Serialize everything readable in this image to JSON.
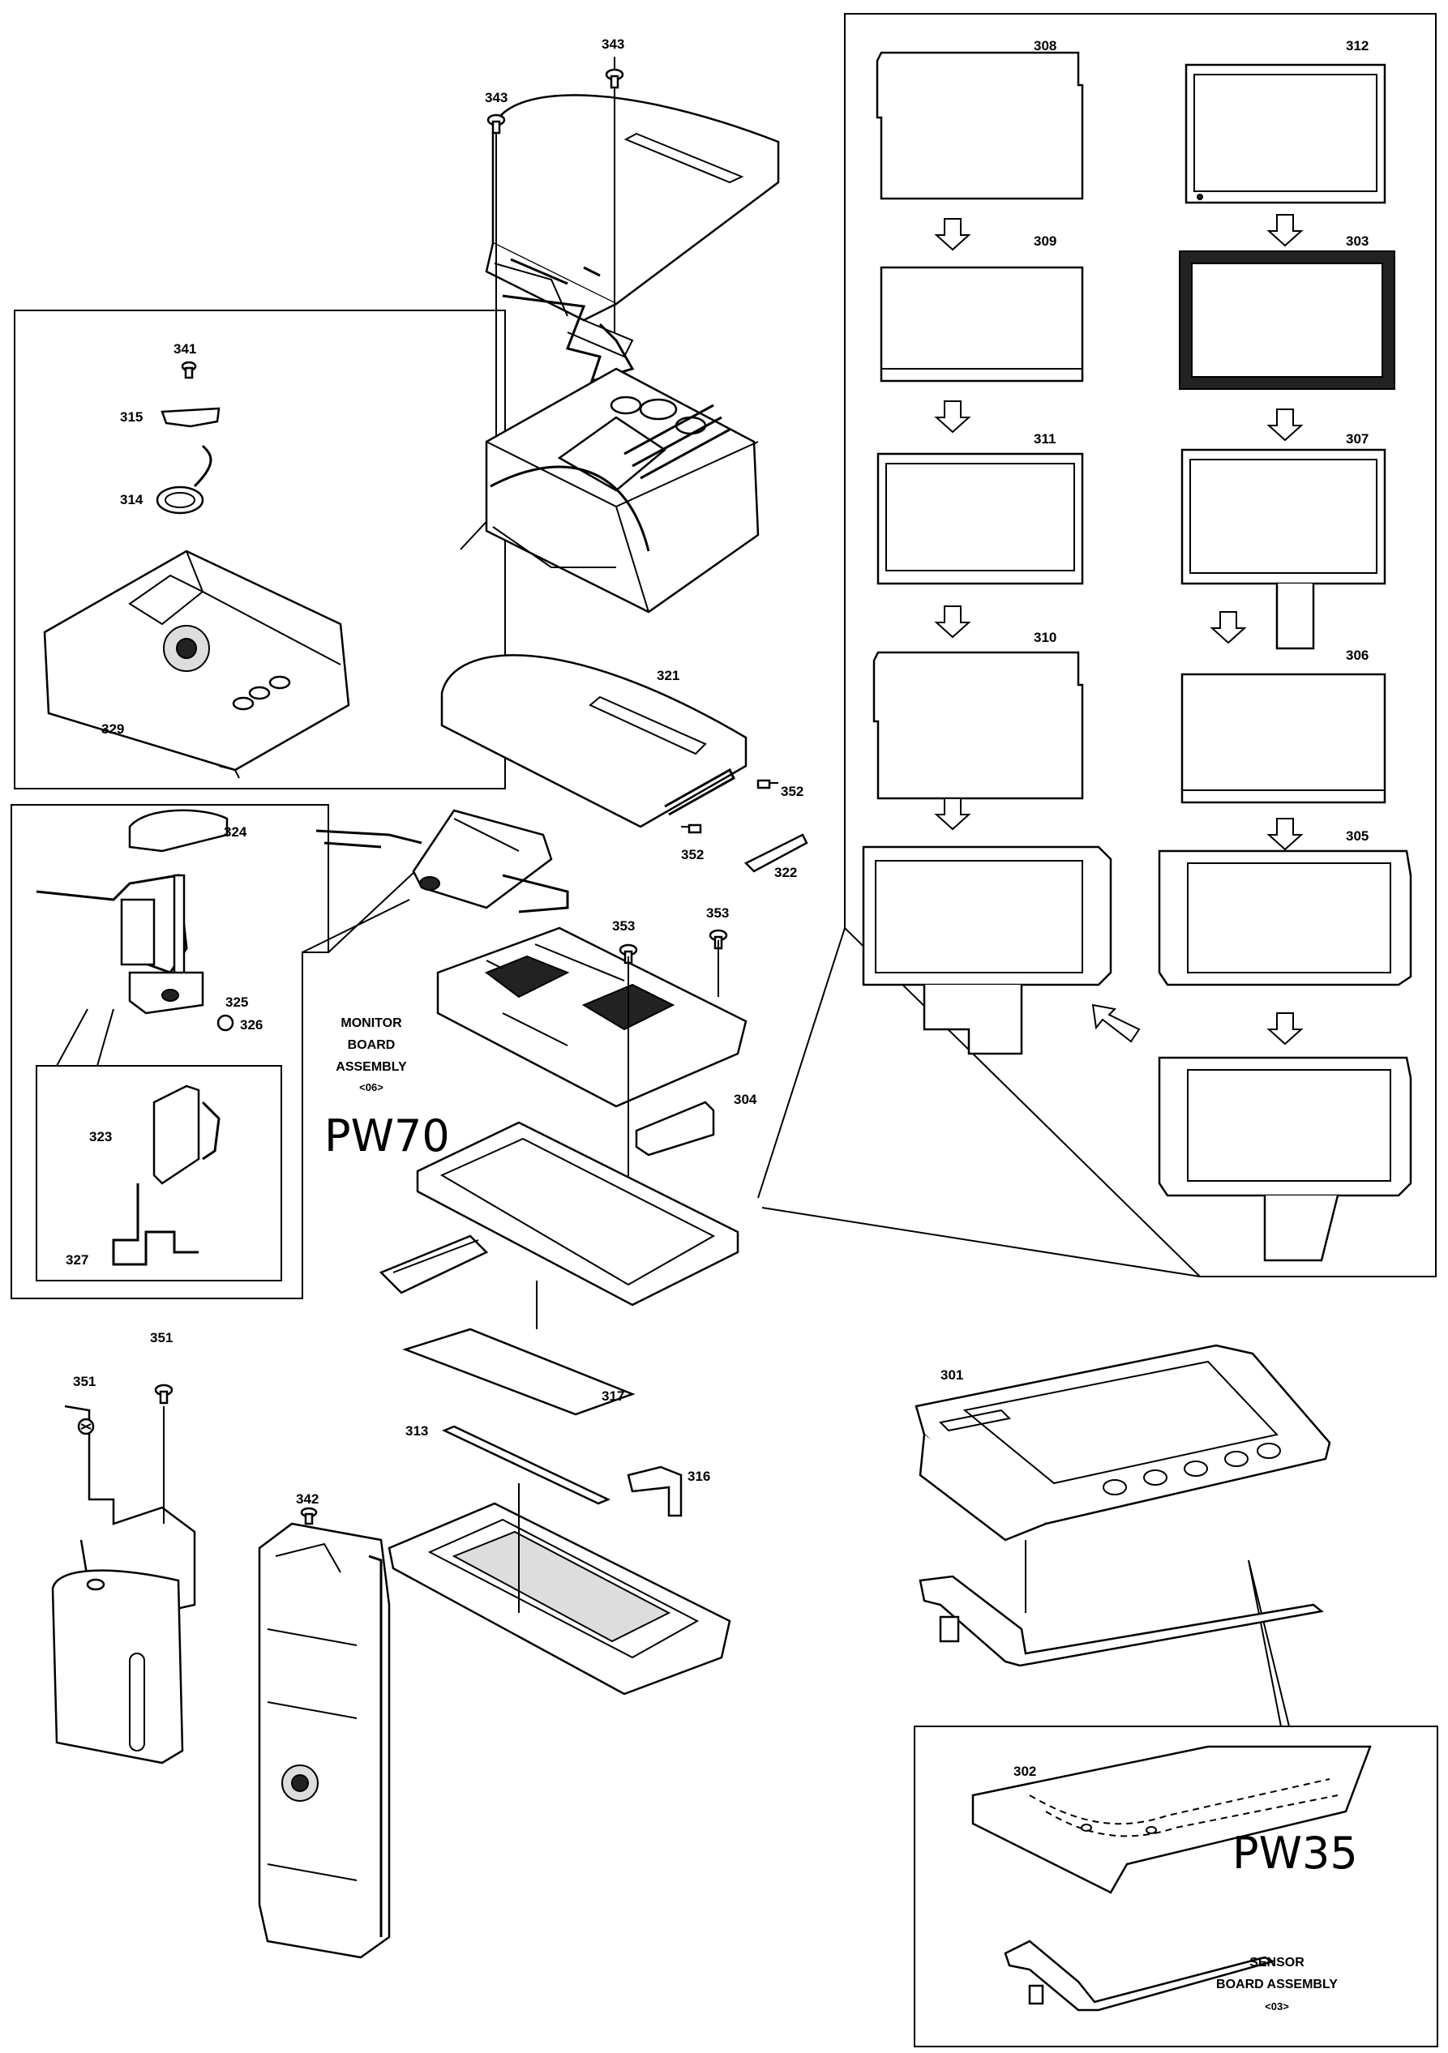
{
  "callouts": {
    "p343a": "343",
    "p343b": "343",
    "p341": "341",
    "p315": "315",
    "p314": "314",
    "p329": "329",
    "p321": "321",
    "p352a": "352",
    "p352b": "352",
    "p322": "322",
    "p324": "324",
    "p325": "325",
    "p326": "326",
    "p323": "323",
    "p327": "327",
    "p353a": "353",
    "p353b": "353",
    "p304": "304",
    "p317": "317",
    "p313": "313",
    "p316": "316",
    "p351a": "351",
    "p351b": "351",
    "p342": "342",
    "p308": "308",
    "p309": "309",
    "p311": "311",
    "p310": "310",
    "p312": "312",
    "p303": "303",
    "p307": "307",
    "p306": "306",
    "p305": "305",
    "p301": "301",
    "p302": "302"
  },
  "assemblies": {
    "monitor": {
      "line1": "MONITOR",
      "line2": "BOARD",
      "line3": "ASSEMBLY",
      "code": "<06>"
    },
    "sensor": {
      "line1": "SENSOR",
      "line2": "BOARD ASSEMBLY",
      "code": "<03>"
    }
  },
  "handwritten": {
    "monitor_note": "PW70",
    "sensor_note": "PW35"
  }
}
